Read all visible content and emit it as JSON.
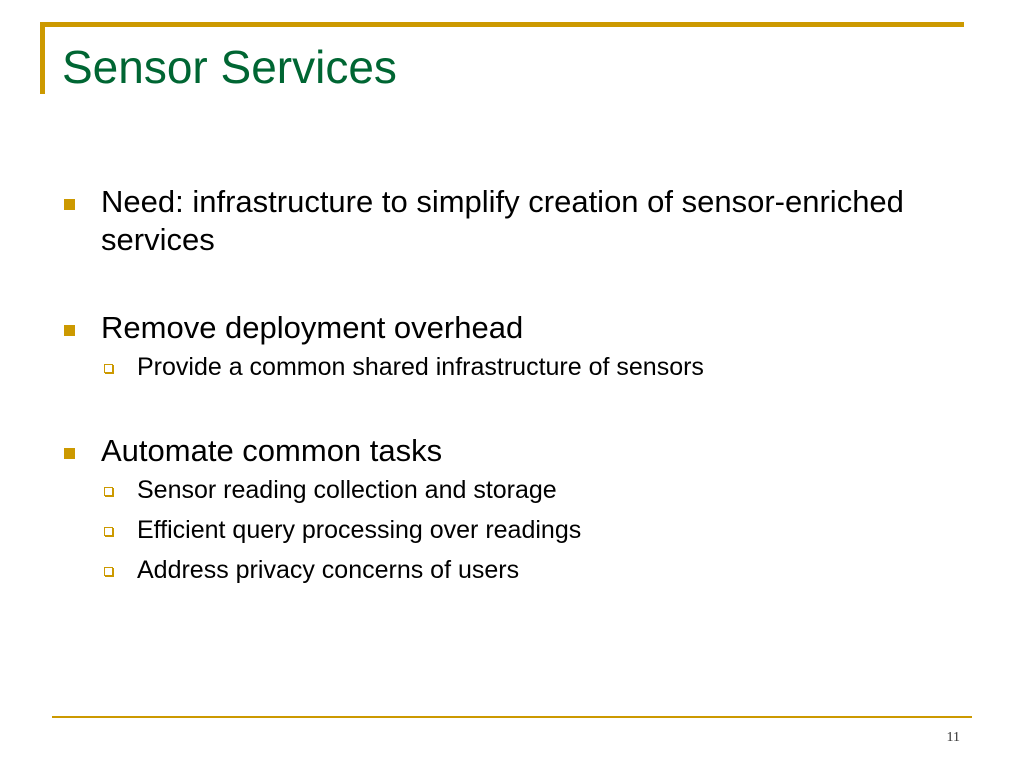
{
  "slide": {
    "title": "Sensor Services",
    "bullets": [
      {
        "text": "Need: infrastructure to simplify creation of sensor-enriched services",
        "subs": []
      },
      {
        "text": "Remove deployment overhead",
        "subs": [
          "Provide a common shared infrastructure of sensors"
        ]
      },
      {
        "text": "Automate common tasks",
        "subs": [
          "Sensor reading collection and storage",
          "Efficient query processing over readings",
          "Address privacy concerns of users"
        ]
      }
    ],
    "page_number": "11"
  },
  "colors": {
    "accent": "#cc9900",
    "title": "#006633",
    "text": "#000000"
  },
  "icons": {
    "bullet": "filled-square-bullet-icon",
    "sub_bullet": "hollow-square-bullet-icon"
  }
}
